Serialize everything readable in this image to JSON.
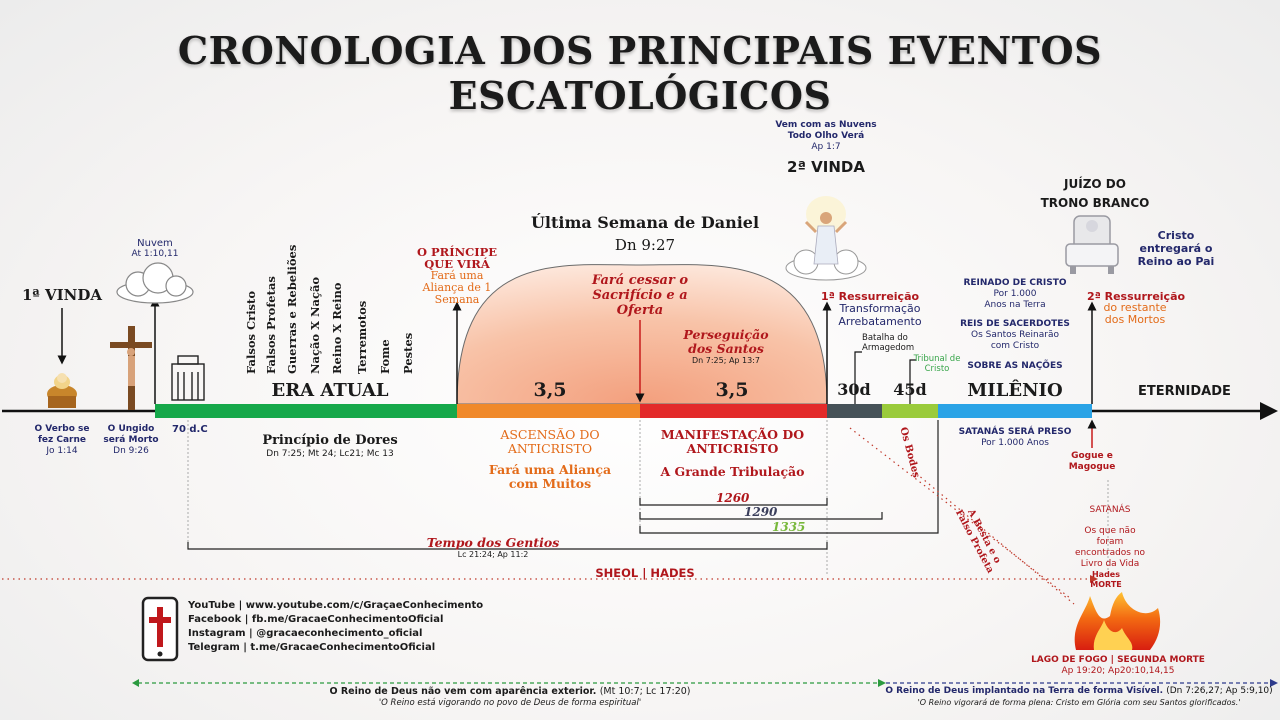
{
  "title": "CRONOLOGIA DOS PRINCIPAIS EVENTOS ESCATOLÓGICOS",
  "first_coming": {
    "label": "1ª VINDA",
    "verb": "O Verbo se fez Carne",
    "verb_ref": "Jo 1:14",
    "anointed": "O Ungido será Morto",
    "anointed_ref": "Dn 9:26",
    "cloud": "Nuvem",
    "cloud_ref": "At 1:10,11",
    "year": "70 d.C"
  },
  "current_age": {
    "label": "ERA ATUAL",
    "signs": [
      "Falsos Cristo",
      "Falsos Profetas",
      "Guerras e Rebeliões",
      "Nação X Nação",
      "Reino X Reino",
      "Terremotos",
      "Fome",
      "Pestes"
    ],
    "sorrows": "Princípio de Dores",
    "sorrows_refs": "Dn 7:25; Mt 24; Lc21; Mc 13"
  },
  "prince": {
    "title": "O PRÍNCIPE QUE VIRÁ",
    "text": "Fará uma Aliança de 1 Semana"
  },
  "daniel_week": {
    "title": "Última Semana de Daniel",
    "ref": "Dn 9:27",
    "cease": "Fará cessar o Sacrifício e a Oferta",
    "persecution": "Perseguição dos Santos",
    "persecution_refs": "Dn 7:25; Ap 13:7",
    "half1": "3,5",
    "half2": "3,5",
    "ascension": "ASCENSÃO DO ANTICRISTO",
    "covenant": "Fará uma Aliança com Muitos",
    "manifestation": "MANIFESTAÇÃO DO ANTICRISTO",
    "tribulation": "A Grande Tribulação",
    "days": [
      "1260",
      "1290",
      "1335"
    ]
  },
  "gentiles": {
    "label": "Tempo dos Gentios",
    "refs": "Lc 21:24; Ap 11:2"
  },
  "second_coming": {
    "top1": "Vem com as Nuvens",
    "top2": "Todo Olho Verá",
    "top_ref": "Ap 1:7",
    "label": "2ª VINDA",
    "resurrection": "1ª Ressurreição",
    "transformation": "Transformação",
    "rapture": "Arrebatamento",
    "battle": "Batalha do Armagedom",
    "tribunal": "Tribunal de Cristo",
    "d30": "30d",
    "d45": "45d",
    "goats": "Os Bodes",
    "beast": "A Besta e o Falso Profeta"
  },
  "millennium": {
    "label": "MILÊNIO",
    "reign": "REINADO DE CRISTO",
    "reign_sub": "Por 1.000 Anos na Terra",
    "priests": "REIS DE SACERDOTES",
    "priests_sub": "Os Santos Reinarão com Cristo",
    "over": "SOBRE AS NAÇÕES",
    "satan": "SATANÁS SERÁ PRESO",
    "satan_sub": "Por 1.000 Anos"
  },
  "judgment": {
    "title": "JUÍZO DO TRONO BRANCO",
    "christ": "Cristo entregará o Reino ao Pai",
    "second_res": "2ª Ressurreição",
    "second_res_sub": "do restante dos Mortos",
    "gog": "Gogue e Magogue",
    "satanas": "SATANÁS",
    "not_found": "Os que não foram encontrados no Livro da Vida",
    "hades": "Hades",
    "death": "MORTE",
    "lake": "LAGO DE FOGO | SEGUNDA MORTE",
    "lake_refs": "Ap 19:20; Ap20:10,14,15"
  },
  "eternity": "ETERNIDADE",
  "sheol": "SHEOL | HADES",
  "social": [
    {
      "label": "YouTube",
      "value": "www.youtube.com/c/GraçaeConhecimento"
    },
    {
      "label": "Facebook",
      "value": "fb.me/GracaeConhecimentoOficial"
    },
    {
      "label": "Instagram",
      "value": "@gracaeconhecimento_oficial"
    },
    {
      "label": "Telegram",
      "value": "t.me/GracaeConhecimentoOficial"
    }
  ],
  "footer_left": {
    "main": "O Reino de Deus não vem com aparência exterior.",
    "refs": "(Mt 10:7; Lc 17:20)",
    "sub": "'O Reino está vigorando no povo de Deus de forma espiritual'"
  },
  "footer_right": {
    "main": "O Reino de Deus implantado na Terra de forma Visível.",
    "refs": "(Dn 7:26,27; Ap 5:9,10)",
    "sub": "'O Reino vigorará de forma plena: Cristo em Glória com seu Santos glorificados.'"
  },
  "colors": {
    "green": "#16a84a",
    "orange": "#f0892a",
    "red": "#e32a2a",
    "gray": "#465258",
    "lime": "#9acb3b",
    "blue": "#2aa3e6",
    "dome": "#f6c2a7"
  }
}
